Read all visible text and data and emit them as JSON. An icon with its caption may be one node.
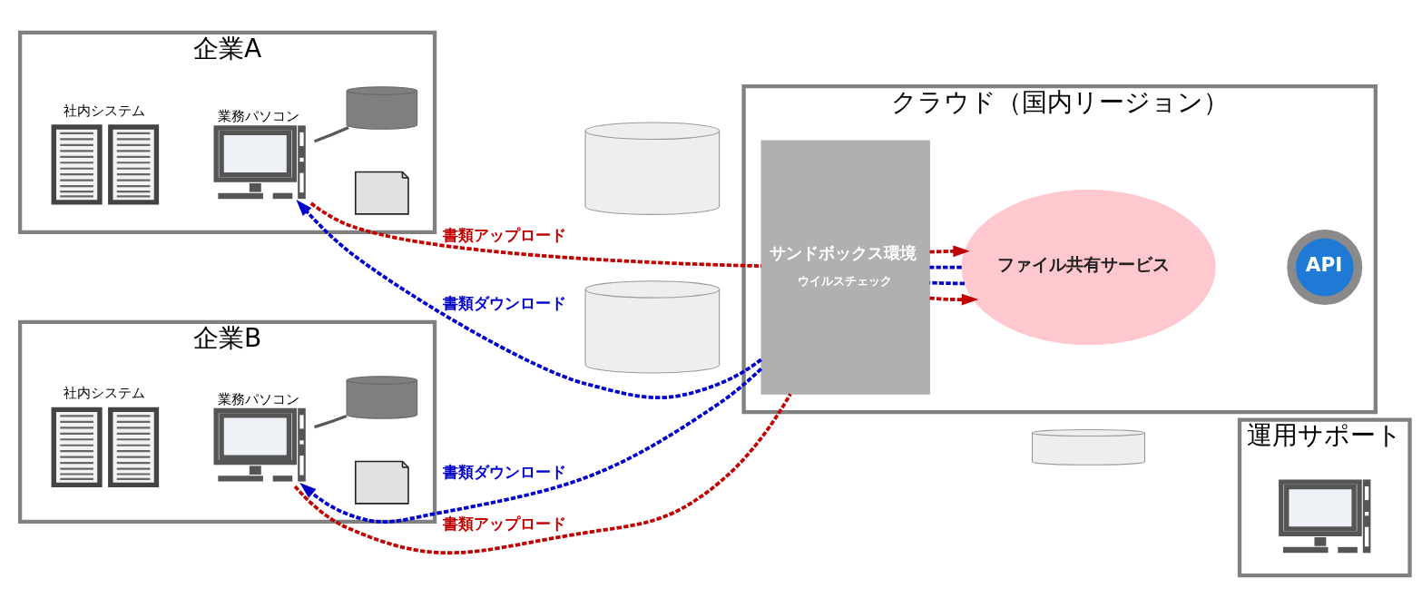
{
  "diagram": {
    "nodes": [
      {
        "text": [
          "企業A"
        ]
      },
      {
        "text": [
          "社内システム"
        ],
        "in": 0
      },
      {
        "text": [
          "業務パソコン"
        ],
        "in": 0
      },
      {
        "text": [],
        "shape": "document",
        "in": 0
      },
      {
        "text": [],
        "shape": "cylinder",
        "in": 0
      },
      {
        "text": [],
        "shape": "cylinder"
      },
      {
        "text": [
          "クラウド（国内リージョン）"
        ]
      },
      {
        "text": [
          "サンドボックス環境",
          "ウイルスチェック"
        ],
        "in": 6
      },
      {
        "text": [
          "ファイル共有サービス"
        ],
        "in": 6
      },
      {
        "text": [
          "API"
        ],
        "in": 6
      },
      {
        "text": [
          "企業B"
        ]
      },
      {
        "text": [
          "社内システム"
        ],
        "in": 10
      },
      {
        "text": [
          "業務パソコン"
        ],
        "in": 10
      },
      {
        "text": [],
        "shape": "document",
        "in": 10
      },
      {
        "text": [],
        "shape": "cylinder",
        "in": 10
      },
      {
        "text": [],
        "shape": "cylinder"
      },
      {
        "text": [],
        "shape": "cylinder"
      },
      {
        "text": [
          "運用サポート"
        ]
      },
      {
        "text": [],
        "shape": "picture",
        "in": 17
      }
    ],
    "edges": [
      {
        "from": 2,
        "to": 4,
        "arrow": "none",
        "color": "#595959"
      },
      {
        "from": 2,
        "to": 7,
        "arrow": "none",
        "label": "書類アップロード",
        "style": "dashed",
        "color": "#c00000"
      },
      {
        "from": 7,
        "to": 8,
        "arrow": "to",
        "style": "dashed",
        "color": "#c00000"
      },
      {
        "from": 8,
        "to": 7,
        "arrow": "none",
        "style": "dashed",
        "color": "#0000cc"
      },
      {
        "from": 7,
        "to": 2,
        "arrow": "to",
        "label": "書類ダウンロード",
        "style": "dashed",
        "color": "#0000cc"
      },
      {
        "from": 8,
        "to": 7,
        "arrow": "none",
        "style": "dashed",
        "color": "#0000cc"
      },
      {
        "from": 7,
        "to": 12,
        "arrow": "to",
        "label": "書類ダウンロード",
        "style": "dashed",
        "color": "#0000cc"
      },
      {
        "from": 12,
        "to": 7,
        "arrow": "none",
        "label": "書類アップロード",
        "style": "dashed",
        "color": "#c00000"
      },
      {
        "from": 7,
        "to": 8,
        "arrow": "to",
        "style": "dashed",
        "color": "#c00000"
      },
      {
        "from": 12,
        "to": 14,
        "arrow": "none",
        "color": "#595959"
      }
    ]
  }
}
